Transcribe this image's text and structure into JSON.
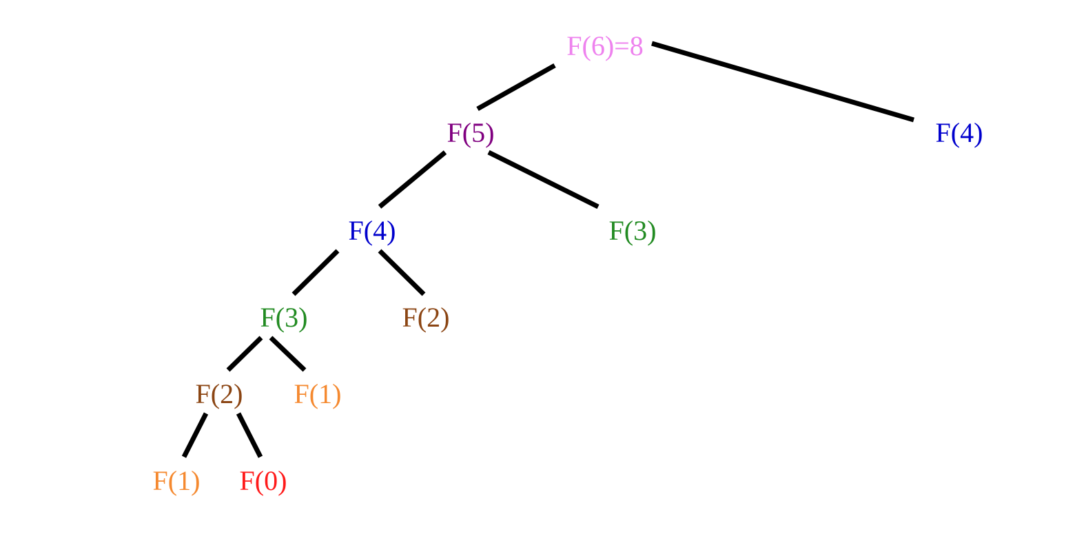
{
  "colors": {
    "f6": "#ee82ee",
    "f5": "#800080",
    "f4": "#0000cd",
    "f3": "#228b22",
    "f2": "#8b4513",
    "f1": "#f5892f",
    "f0": "#ff1a1a",
    "edge": "#000000"
  },
  "tree": {
    "root": {
      "label": "F(6)=8",
      "color_key": "f6"
    },
    "nodes": [
      {
        "id": "f5",
        "label": "F(5)",
        "color_key": "f5"
      },
      {
        "id": "f4-right",
        "label": "F(4)",
        "color_key": "f4"
      },
      {
        "id": "f4-left",
        "label": "F(4)",
        "color_key": "f4"
      },
      {
        "id": "f3-right",
        "label": "F(3)",
        "color_key": "f3"
      },
      {
        "id": "f3-left",
        "label": "F(3)",
        "color_key": "f3"
      },
      {
        "id": "f2-right",
        "label": "F(2)",
        "color_key": "f2"
      },
      {
        "id": "f2-left",
        "label": "F(2)",
        "color_key": "f2"
      },
      {
        "id": "f1-right",
        "label": "F(1)",
        "color_key": "f1"
      },
      {
        "id": "f1-left",
        "label": "F(1)",
        "color_key": "f1"
      },
      {
        "id": "f0",
        "label": "F(0)",
        "color_key": "f0"
      }
    ]
  }
}
